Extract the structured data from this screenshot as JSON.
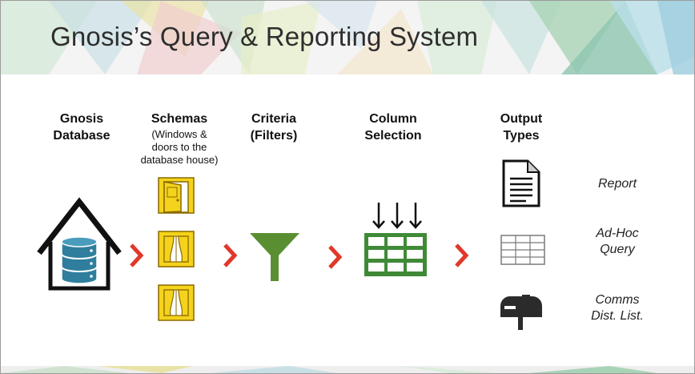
{
  "title": "Gnosis’s Query & Reporting System",
  "stages": {
    "database": {
      "line1": "Gnosis",
      "line2": "Database"
    },
    "schemas": {
      "line1": "Schemas",
      "note_line1": "(Windows &",
      "note_line2": "doors to the",
      "note_line3": "database house)"
    },
    "criteria": {
      "line1": "Criteria",
      "line2": "(Filters)"
    },
    "columns": {
      "line1": "Column",
      "line2": "Selection"
    },
    "outputs": {
      "line1": "Output",
      "line2": "Types"
    }
  },
  "outputs": {
    "report": {
      "line1": "Report"
    },
    "adhoc": {
      "line1": "Ad-Hoc",
      "line2": "Query"
    },
    "comms": {
      "line1": "Comms",
      "line2": "Dist. List."
    }
  },
  "colors": {
    "arrow": "#e0382b",
    "database": "#2f7e9e",
    "schema_fill": "#f5d31c",
    "schema_stroke": "#8a6a00",
    "funnel": "#5a8f31",
    "grid_green": "#3f8a37",
    "grid_gray": "#7a7a7a"
  },
  "icons": [
    "house-icon",
    "database-icon",
    "door-icon",
    "window-icon",
    "window-icon",
    "funnel-icon",
    "down-arrow-icon",
    "table-grid-icon",
    "document-icon",
    "table-icon",
    "mailbox-icon"
  ]
}
